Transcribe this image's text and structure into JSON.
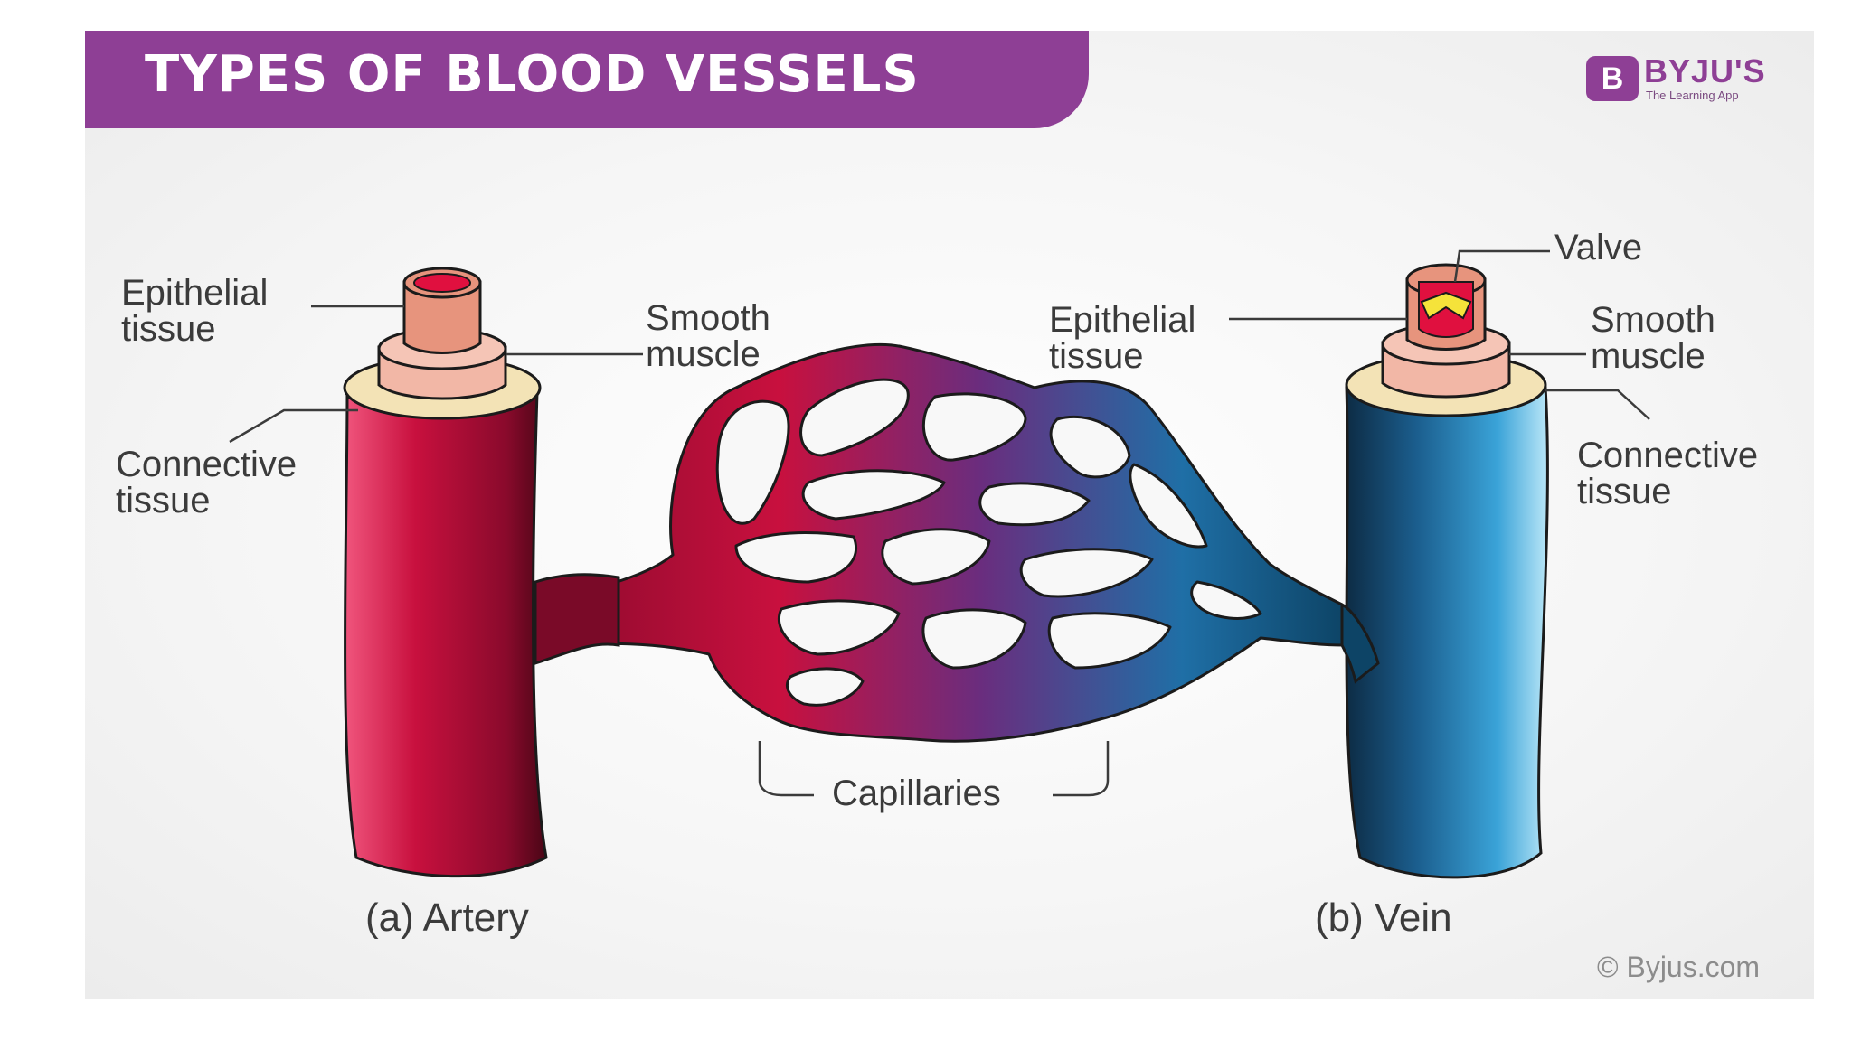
{
  "title": "TYPES OF BLOOD VESSELS",
  "logo": {
    "name": "BYJU'S",
    "tagline": "The Learning App",
    "badge_letter": "B"
  },
  "artery": {
    "caption": "(a) Artery",
    "labels": {
      "epithelial_line1": "Epithelial",
      "epithelial_line2": "tissue",
      "smooth_line1": "Smooth",
      "smooth_line2": "muscle",
      "connective_line1": "Connective",
      "connective_line2": "tissue"
    }
  },
  "vein": {
    "caption": "(b) Vein",
    "labels": {
      "valve": "Valve",
      "epithelial_line1": "Epithelial",
      "epithelial_line2": "tissue",
      "smooth_line1": "Smooth",
      "smooth_line2": "muscle",
      "connective_line1": "Connective",
      "connective_line2": "tissue"
    }
  },
  "capillaries": {
    "label": "Capillaries"
  },
  "copyright": "© Byjus.com",
  "colors": {
    "brand_purple": "#8e3f95",
    "artery_red": "#c8103e",
    "vein_blue": "#1f6fa6",
    "connective_cream": "#f3e3b6",
    "smooth_pink": "#f2b7a6",
    "epithelial_salmon": "#e7947d",
    "valve_yellow": "#f5e33a"
  }
}
